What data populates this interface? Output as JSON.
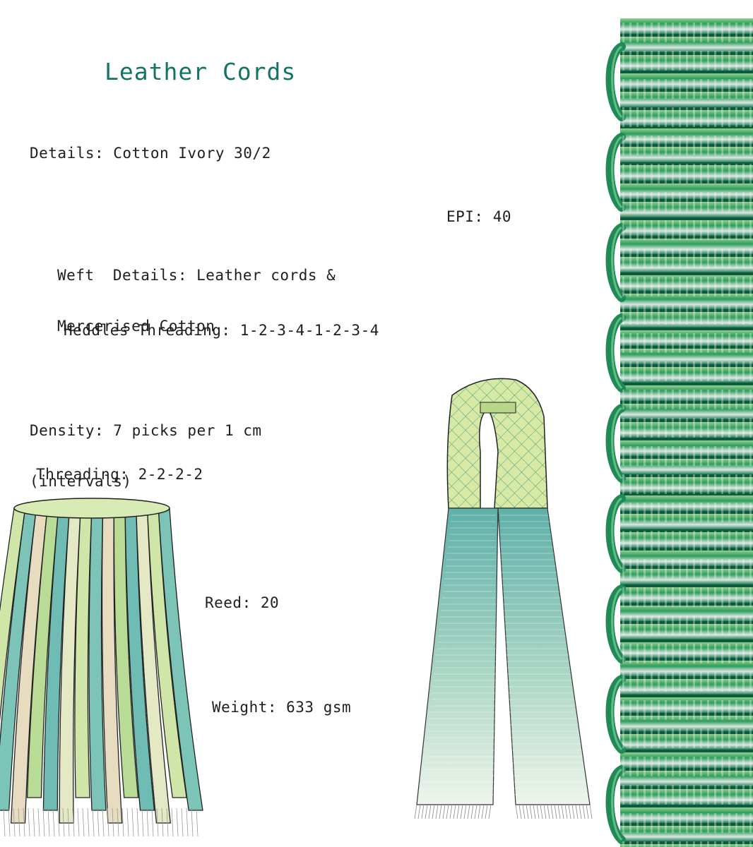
{
  "page": {
    "title": "Leather Cords"
  },
  "specs": {
    "warp_details": "Details: Cotton Ivory 30/2",
    "epi": "EPI: 40",
    "weft_details_line1": "Weft  Details: Leather cords &",
    "weft_details_line2": "Mercerised Cotton",
    "heddles_threading": "Heddles Threading: 1-2-3-4-1-2-3-4",
    "density_line1": "Density: 7 picks per 1 cm",
    "density_line2": "(intervals)",
    "threading": "Threading: 2-2-2-2",
    "reed": "Reed: 20",
    "weight": "Weight: 633 gsm"
  },
  "illustrations": {
    "skirt": "pleated-skirt-illustration",
    "scarf": "scarf-illustration",
    "fabric": "woven-fabric-swatch"
  },
  "colors": {
    "title": "#157366",
    "green_dark": "#1f8a55",
    "green_light": "#cfe6a8",
    "teal": "#6fbcb4",
    "beige": "#e8dcc0"
  }
}
